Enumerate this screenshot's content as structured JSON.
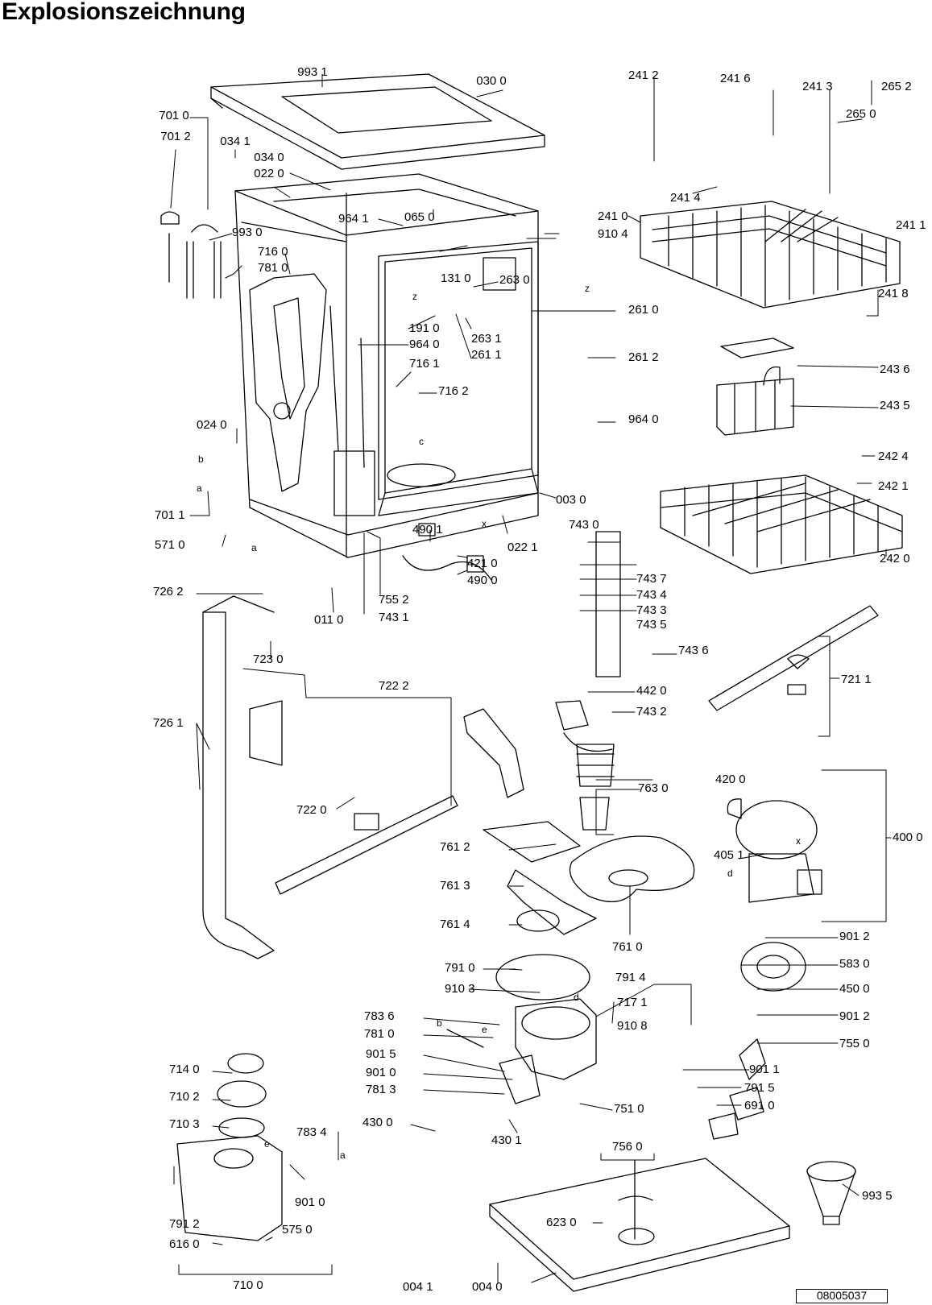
{
  "title": "Explosionszeichnung",
  "document_number": "08005037",
  "part_labels": [
    "993 1",
    "030 0",
    "701 0",
    "701 2",
    "034 1",
    "034 0",
    "022 0",
    "993 0",
    "964 1",
    "065 0",
    "716 0",
    "781 0",
    "131 0",
    "263 0",
    "191 0",
    "964 0",
    "263 1",
    "261 1",
    "716 1",
    "716 2",
    "024 0",
    "701 1",
    "571 0",
    "003 0",
    "022 1",
    "490 1",
    "421 0",
    "490 0",
    "755 2",
    "743 1",
    "011 0",
    "726 2",
    "723 0",
    "241 2",
    "241 6",
    "241 3",
    "265 2",
    "265 0",
    "241 4",
    "241 0",
    "910 4",
    "241 1",
    "241 8",
    "261 0",
    "261 2",
    "243 6",
    "243 5",
    "964 0",
    "242 4",
    "242 1",
    "242 0",
    "743 0",
    "743 7",
    "743 4",
    "743 3",
    "743 5",
    "743 6",
    "442 0",
    "743 2",
    "721 1",
    "722 2",
    "726 1",
    "722 0",
    "763 0",
    "761 2",
    "761 3",
    "761 4",
    "761 0",
    "420 0",
    "400 0",
    "405 1",
    "901 2",
    "583 0",
    "450 0",
    "901 2",
    "755 0",
    "901 1",
    "791 5",
    "691 0",
    "791 0",
    "791 4",
    "910 3",
    "717 1",
    "910 8",
    "783 6",
    "781 0",
    "901 5",
    "901 0",
    "781 3",
    "751 0",
    "430 0",
    "430 1",
    "714 0",
    "710 2",
    "710 3",
    "783 4",
    "901 0",
    "791 2",
    "616 0",
    "575 0",
    "710 0",
    "756 0",
    "623 0",
    "993 5",
    "004 1",
    "004 0"
  ],
  "letter_markers": [
    "b",
    "a",
    "c",
    "a",
    "z",
    "z",
    "x",
    "d",
    "x",
    "b",
    "e",
    "d",
    "e",
    "a"
  ]
}
